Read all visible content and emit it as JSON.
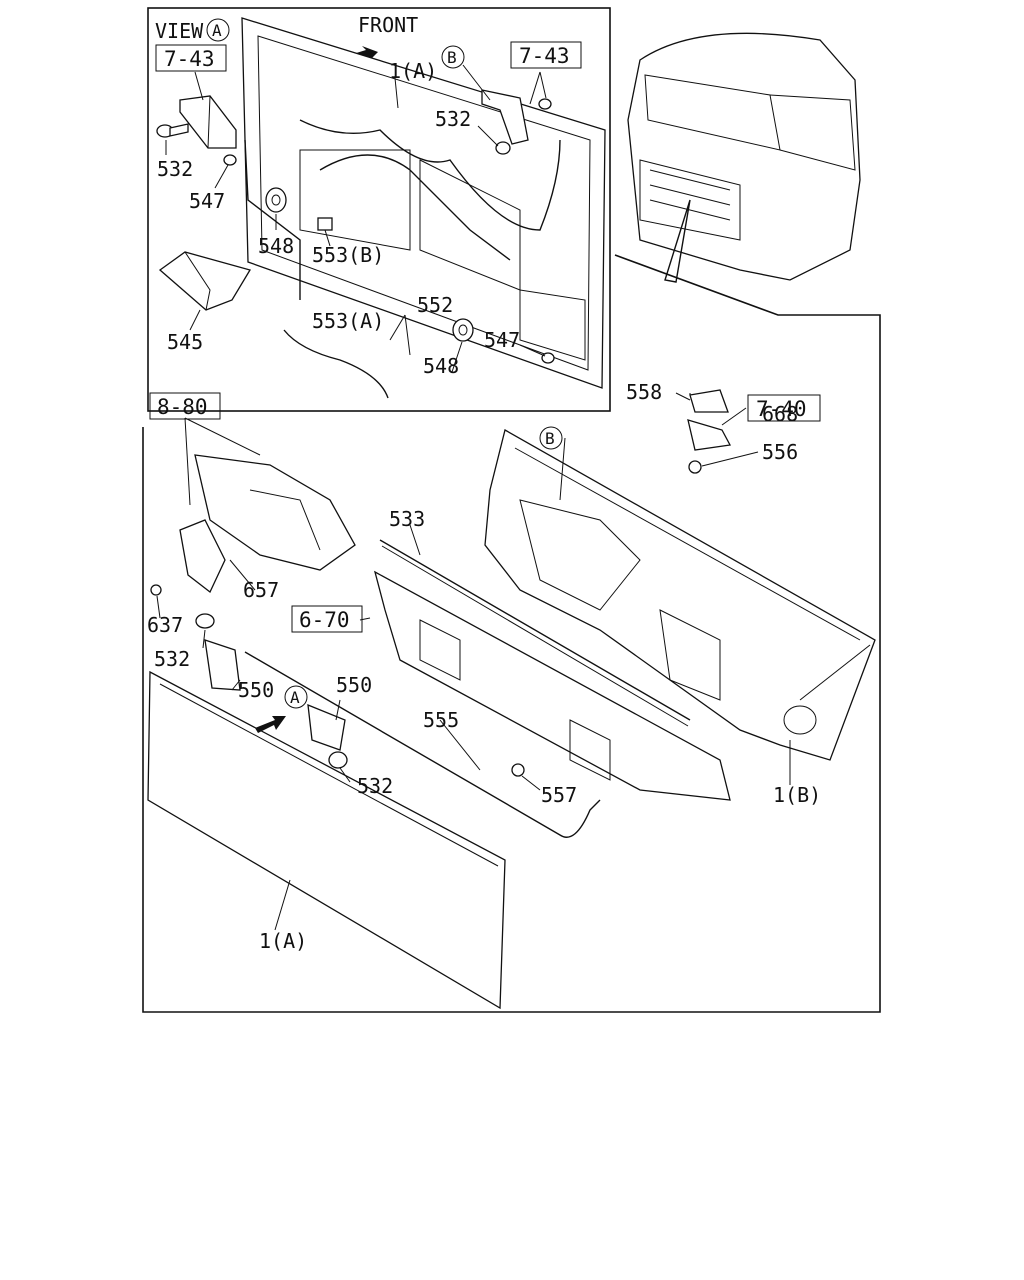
{
  "view_title": "VIEW",
  "view_marker": "A",
  "front_label": "FRONT",
  "ref_b": "B",
  "ref_a": "A",
  "ref_boxes": {
    "r743_left": "7-43",
    "r743_right": "7-43",
    "r740": "7-40",
    "r880": "8-80",
    "r670": "6-70"
  },
  "labels": {
    "p1a_top": "1(A)",
    "p532_a": "532",
    "p532_b": "532",
    "p547_a": "547",
    "p548_a": "548",
    "p553b": "553(B)",
    "p553a": "553(A)",
    "p552": "552",
    "p545": "545",
    "p548_b": "548",
    "p547_b": "547",
    "p558": "558",
    "p668": "668",
    "p556": "556",
    "p533": "533",
    "p657": "657",
    "p637": "637",
    "p532_c": "532",
    "p550_a": "550",
    "p550_b": "550",
    "p555": "555",
    "p532_d": "532",
    "p557": "557",
    "p1b": "1(B)",
    "p1a_bottom": "1(A)"
  }
}
